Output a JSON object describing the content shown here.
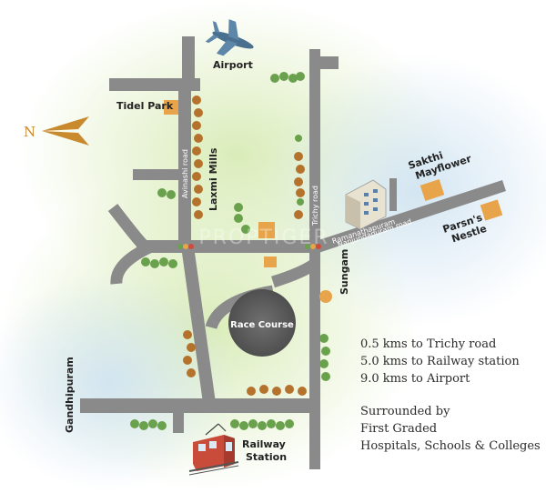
{
  "compass": {
    "label": "N"
  },
  "places": {
    "airport": "Airport",
    "tidel_park": "Tidel Park",
    "laxmi_mills": "Laxmi Mills",
    "sakthi_mayflower": "Sakthi\nMayflower",
    "parsns_nestle": "Parsn's\nNestle",
    "sungam": "Sungam",
    "race_course": "Race Course",
    "gandhipuram": "Gandhipuram",
    "railway_station": "Railway\nStation"
  },
  "roads": {
    "avinashi": "Avinashi road",
    "trichy": "Trichy road",
    "ramanathapuram": "Ramanathapuram",
    "nanjundapuram": "Nanjundapuram road"
  },
  "distances": [
    "0.5 kms to Trichy road",
    "5.0 kms to Railway station",
    "9.0 kms to Airport"
  ],
  "surroundings": [
    "Surrounded by",
    "First Graded",
    "Hospitals, Schools & Colleges"
  ],
  "watermark": "PROPTIGER",
  "colors": {
    "road": "#8a8a8a",
    "marker": "#e8a44a",
    "tree": "#6aa14c",
    "tree_autumn": "#b5722c"
  }
}
